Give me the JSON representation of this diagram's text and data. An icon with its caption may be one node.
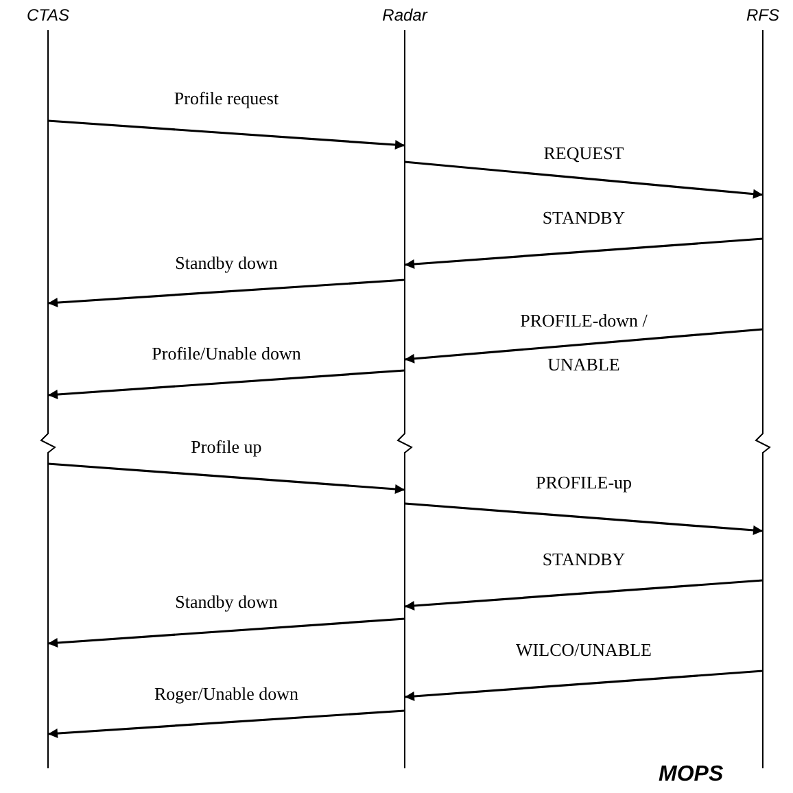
{
  "diagram": {
    "nodes": [
      {
        "text": [
          "CTAS"
        ]
      },
      {
        "text": [
          "Radar"
        ]
      },
      {
        "text": [
          "RFS"
        ]
      }
    ],
    "edges": [
      {
        "from": 0,
        "to": 1,
        "arrow": "to",
        "label": "Profile request"
      },
      {
        "from": 1,
        "to": 2,
        "arrow": "to",
        "label": "REQUEST"
      },
      {
        "from": 2,
        "to": 1,
        "arrow": "to",
        "label": "STANDBY"
      },
      {
        "from": 1,
        "to": 0,
        "arrow": "to",
        "label": "Standby down"
      },
      {
        "from": 2,
        "to": 1,
        "arrow": "to",
        "label": "PROFILE-down / UNABLE"
      },
      {
        "from": 1,
        "to": 0,
        "arrow": "to",
        "label": "Profile/Unable down"
      },
      {
        "from": 0,
        "to": 1,
        "arrow": "to",
        "label": "Profile up"
      },
      {
        "from": 1,
        "to": 2,
        "arrow": "to",
        "label": "PROFILE-up"
      },
      {
        "from": 2,
        "to": 1,
        "arrow": "to",
        "label": "STANDBY"
      },
      {
        "from": 1,
        "to": 0,
        "arrow": "to",
        "label": "Standby down"
      },
      {
        "from": 2,
        "to": 1,
        "arrow": "to",
        "label": "WILCO/UNABLE"
      },
      {
        "from": 1,
        "to": 0,
        "arrow": "to",
        "label": "Roger/Unable down"
      }
    ],
    "labels": [
      "MOPS"
    ]
  }
}
